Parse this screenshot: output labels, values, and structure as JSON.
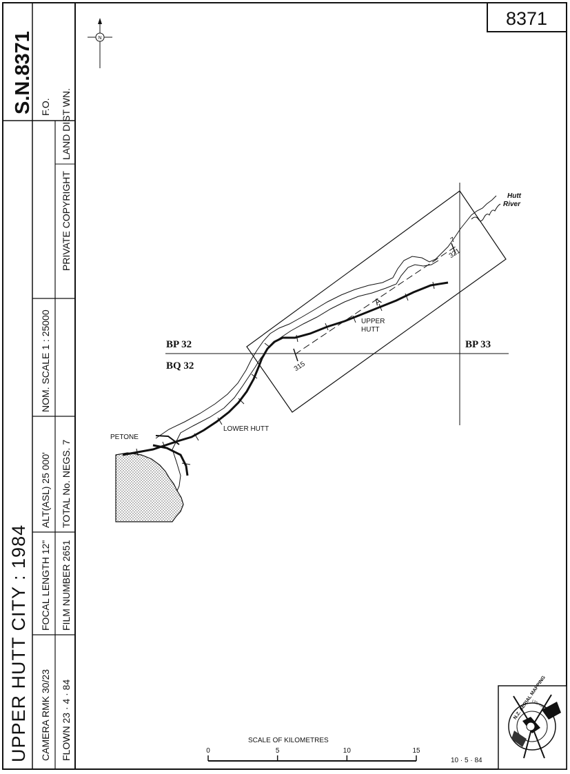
{
  "sheet_number": "8371",
  "sidebar": {
    "title": "UPPER  HUTT  CITY  :  1984",
    "series": "S.N.8371",
    "camera": "CAMERA  RMK 30/23",
    "focal_length": "FOCAL LENGTH  12\"",
    "altitude": "ALT(ASL)  25 000'",
    "nominal_scale": "NOM.  SCALE  1 : 25000",
    "fo": "F.O.",
    "flown": "FLOWN    23 · 4 · 84",
    "film_number": "FILM NUMBER  2651",
    "total_negs": "TOTAL No. NEGS.   7",
    "copyright": "PRIVATE  COPYRIGHT",
    "land_dist": "LAND DIST   WN."
  },
  "map": {
    "north_label": "N",
    "grid_labels": {
      "bp32": "BP 32",
      "bq32": "BQ 32",
      "bp33": "BP 33"
    },
    "places": {
      "petone": "PETONE",
      "lower_hutt": "LOWER HUTT",
      "upper_hutt_1": "UPPER",
      "upper_hutt_2": "HUTT",
      "river_1": "Hutt",
      "river_2": "River"
    },
    "flight_line": {
      "label": "A",
      "start_frame": "315",
      "end_frame": "321",
      "neg_count": "7"
    }
  },
  "scale_bar": {
    "title": "SCALE    OF    KILOMETRES",
    "ticks": [
      "0",
      "5",
      "10",
      "15"
    ],
    "max_km": 15
  },
  "date_stamp": "10 · 5 · 84",
  "logo": {
    "text_1": "N.Z. AERIAL MAPPING",
    "text_2": "LTD. HASTINGS"
  }
}
